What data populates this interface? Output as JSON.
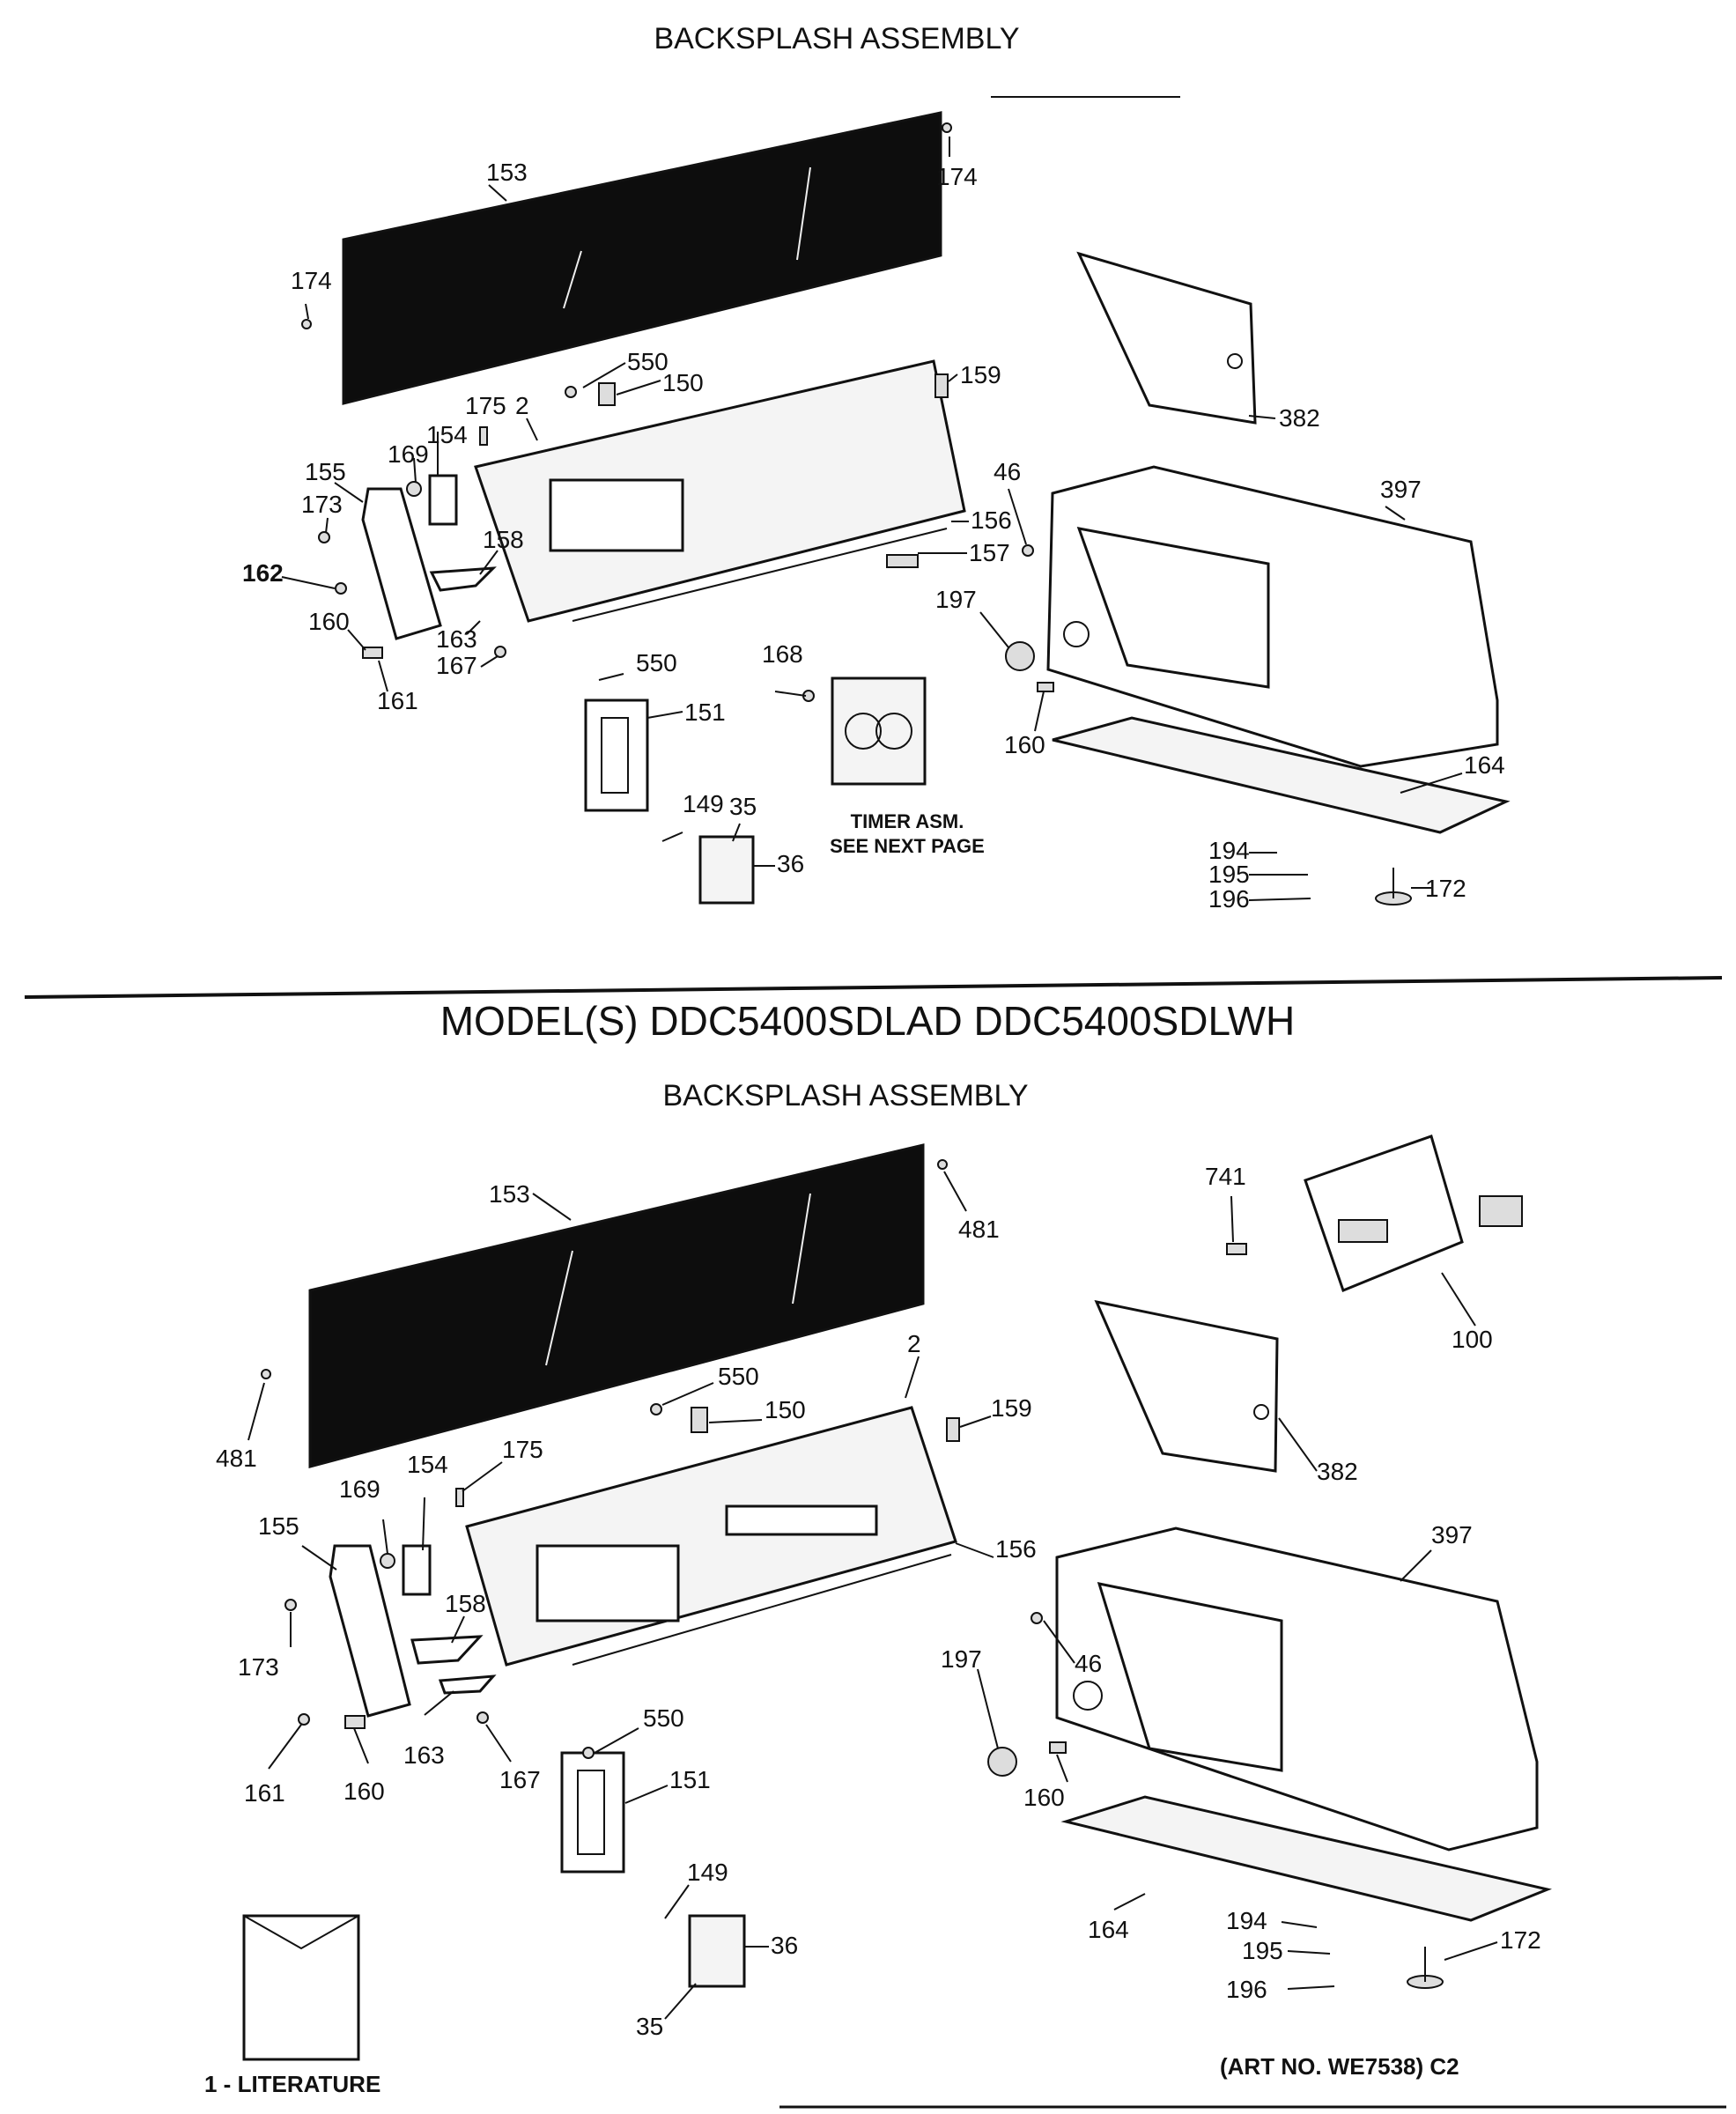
{
  "top_title": "BACKSPLASH ASSEMBLY",
  "model_heading": "MODEL(S)  DDC5400SDLAD  DDC5400SDLWH",
  "bottom_title": "BACKSPLASH ASSEMBLY",
  "timer_note_line1": "TIMER ASM.",
  "timer_note_line2": "SEE NEXT PAGE",
  "literature_label": "1 - LITERATURE",
  "art_number": "(ART NO. WE7538) C2",
  "top_callouts": {
    "p153": "153",
    "p174a": "174",
    "p174b": "174",
    "p550a": "550",
    "p150": "150",
    "p159": "159",
    "p382": "382",
    "p175": "175",
    "p2": "2",
    "p154": "154",
    "p169": "169",
    "p155": "155",
    "p173": "173",
    "p162": "162",
    "p158": "158",
    "p46": "46",
    "p397": "397",
    "p156": "156",
    "p157": "157",
    "p197": "197",
    "p160a": "160",
    "p163": "163",
    "p167": "167",
    "p161": "161",
    "p550b": "550",
    "p168": "168",
    "p151": "151",
    "p160b": "160",
    "p164": "164",
    "p149": "149",
    "p35": "35",
    "p36": "36",
    "p194": "194",
    "p195": "195",
    "p172": "172",
    "p196": "196"
  },
  "bottom_callouts": {
    "p153": "153",
    "p481a": "481",
    "p741": "741",
    "p100": "100",
    "p481b": "481",
    "p550a": "550",
    "p2": "2",
    "p150": "150",
    "p159": "159",
    "p382": "382",
    "p175": "175",
    "p154": "154",
    "p169": "169",
    "p155": "155",
    "p156": "156",
    "p397": "397",
    "p158": "158",
    "p173": "173",
    "p197": "197",
    "p46": "46",
    "p163": "163",
    "p167": "167",
    "p550b": "550",
    "p161": "161",
    "p160a": "160",
    "p151": "151",
    "p160b": "160",
    "p149": "149",
    "p164": "164",
    "p36": "36",
    "p194": "194",
    "p172": "172",
    "p195": "195",
    "p196": "196",
    "p35": "35"
  }
}
